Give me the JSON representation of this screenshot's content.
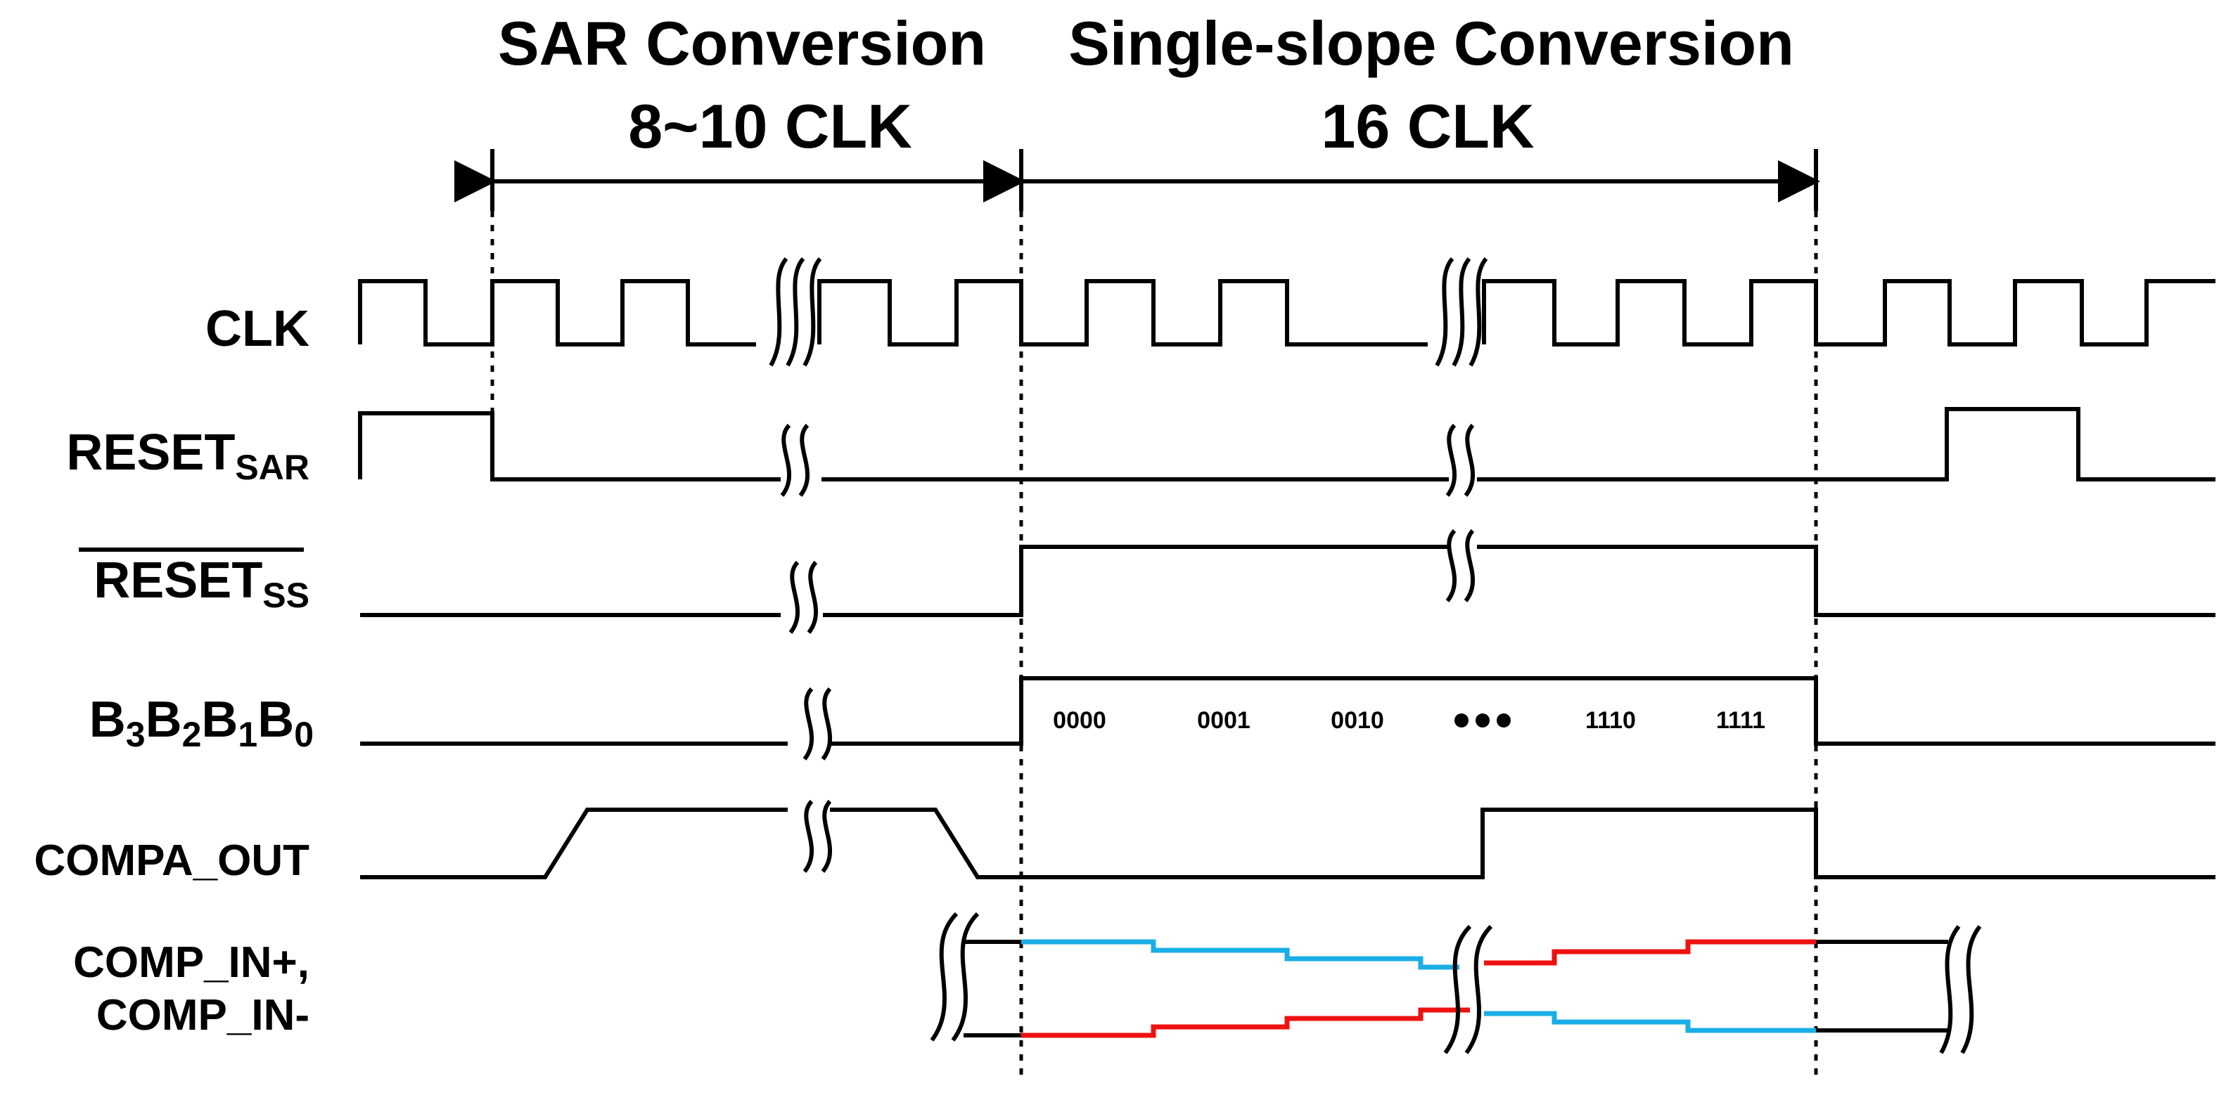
{
  "headers": {
    "sar_title": "SAR Conversion",
    "sar_clk": "8~10 CLK",
    "ss_title": "Single-slope Conversion",
    "ss_clk": "16 CLK"
  },
  "signals": {
    "clk": "CLK",
    "reset_sar_main": "RESET",
    "reset_sar_sub": "SAR",
    "reset_ss_main": "RESET",
    "reset_ss_sub": "SS",
    "bits": [
      {
        "main": "B",
        "sub": "3"
      },
      {
        "main": "B",
        "sub": "2"
      },
      {
        "main": "B",
        "sub": "1"
      },
      {
        "main": "B",
        "sub": "0"
      }
    ],
    "compa_out": "COMPA_OUT",
    "comp_in_plus": "COMP_IN+,",
    "comp_in_minus": "COMP_IN-"
  },
  "codes": [
    "0000",
    "0001",
    "0010",
    "1110",
    "1111"
  ],
  "colors": {
    "comp_in_plus_trace": "#1aaee6",
    "comp_in_minus_trace": "#ee1111",
    "line": "#000000"
  }
}
